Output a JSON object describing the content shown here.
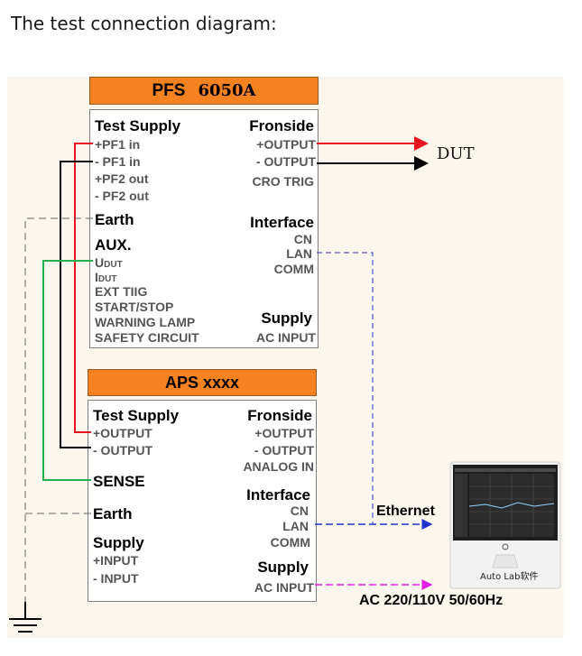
{
  "heading": "The test connection diagram:",
  "pfs": {
    "title_a": "PFS",
    "title_b": "6050A",
    "left_title": "Test Supply",
    "pf1_in_plus": "+PF1  in",
    "pf1_in_minus": "- PF1  in",
    "pf2_out_plus": "+PF2  out",
    "pf2_out_minus": "- PF2  out",
    "earth": "Earth",
    "aux": "AUX.",
    "udut": "U",
    "udut_sub": "DUT",
    "idut": "I",
    "idut_sub": "DUT",
    "ext_trig": "EXT TIIG",
    "start_stop": "START/STOP",
    "warning_lamp": "WARNING LAMP",
    "safety_circuit": "SAFETY CIRCUIT",
    "right_title": "Fronside",
    "output_plus": "+OUTPUT",
    "output_minus": "- OUTPUT",
    "cro_trig": "CRO TRIG",
    "interface": "Interface",
    "cn": "CN",
    "lan": "LAN",
    "comm": "COMM",
    "supply": "Supply",
    "ac_input": "AC INPUT"
  },
  "aps": {
    "title": "APS xxxx",
    "left_title": "Test Supply",
    "output_plus": "+OUTPUT",
    "output_minus": "- OUTPUT",
    "sense": "SENSE",
    "earth": "Earth",
    "supply": "Supply",
    "input_plus": "+INPUT",
    "input_minus": "- INPUT",
    "right_title": "Fronside",
    "r_output_plus": "+OUTPUT",
    "r_output_minus": "- OUTPUT",
    "analog_in": "ANALOG IN",
    "interface": "Interface",
    "cn": "CN",
    "lan": "LAN",
    "comm": "COMM",
    "r_supply": "Supply",
    "ac_input": "AC INPUT"
  },
  "labels": {
    "dut": "DUT",
    "ethernet": "Ethernet",
    "ac_power": "AC 220/110V 50/60Hz",
    "monitor_caption": "Auto Lab软件"
  },
  "colors": {
    "header_orange": "#f58220",
    "wire_red": "#e8141e",
    "wire_black": "#000000",
    "wire_green": "#22b14c",
    "wire_blue_dashed": "#2233cc",
    "wire_magenta_dashed": "#e020e0",
    "earth_dashed": "#666666"
  }
}
